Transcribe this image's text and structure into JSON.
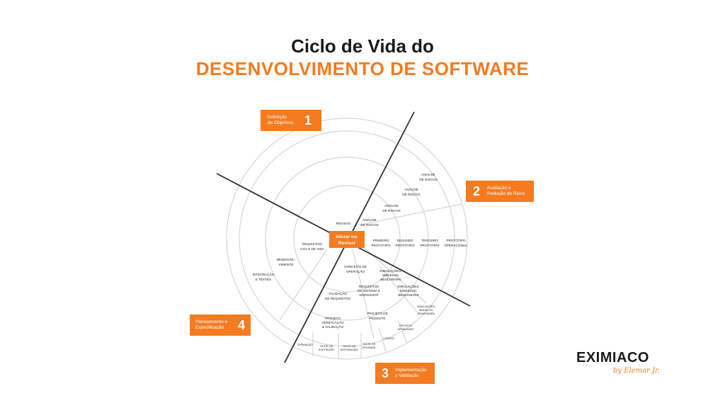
{
  "title": {
    "line1": "Ciclo de Vida do",
    "line2": "DESENVOLVIMENTO DE SOFTWARE"
  },
  "center": {
    "line1": "Iniciar ou",
    "line2": "Revisar"
  },
  "quadrants": [
    {
      "number": "1",
      "line1": "Definição",
      "line2": "de Objetivos"
    },
    {
      "number": "2",
      "line1": "Avaliação e",
      "line2": "Redução de Risco"
    },
    {
      "number": "3",
      "line1": "Implementação",
      "line2": "e Validação"
    },
    {
      "number": "4",
      "line1": "Planejamento e",
      "line2": "Especificação"
    }
  ],
  "labels": {
    "revisao": "REVISÃO",
    "analise1": [
      "ANÁLISE",
      "DE RISCOS"
    ],
    "analise2": [
      "ANÁLISE",
      "DE RISCOS"
    ],
    "analise3": [
      "ANÁLISE",
      "DE RISCOS"
    ],
    "analise4": [
      "ANÁLISE",
      "DE RISCOS"
    ],
    "prototipo1": [
      "PRIMEIRO",
      "PROTÓTIPO"
    ],
    "prototipo2": [
      "SEGUNDO",
      "PROTÓTIPO"
    ],
    "prototipo3": [
      "TERCEIRO",
      "PROTÓTIPO"
    ],
    "prototipo4": [
      "PROTÓTIPO",
      "OPERACIONAL"
    ],
    "requisitos_ciclo": [
      "REQUISITOS",
      "CICLO DE VIDA"
    ],
    "desenvolvimento": [
      "DESENVOL-",
      "VIMENTO"
    ],
    "integracao": [
      "INTEGRAÇÃO",
      "E TESTES"
    ],
    "conceito": [
      "CONCEITO DE",
      "OPERAÇÃO"
    ],
    "simulacoes1": [
      "SIMULAÇÕES,",
      "MODELOS,",
      "BENCHMARK"
    ],
    "simulacoes2": [
      "SIMULAÇÕES,",
      "MODELOS,",
      "BENCHMARK"
    ],
    "simulacoes3": [
      "SIMULAÇÕES,",
      "MODELOS,",
      "BENCHMARK"
    ],
    "requisitos_sistema": [
      "REQUISITOS",
      "DE SISTEMA E",
      "WORKSHOP"
    ],
    "validacao": [
      "VALIDAÇÃO",
      "DE REQUISITOS"
    ],
    "projeto_produto": [
      "PROJETO DE",
      "PRODUTO"
    ],
    "projeto_verificacao": [
      "PROJETO",
      "VERIFICAÇÃO",
      "& VALIDAÇÃO"
    ],
    "projeto_detalhado": [
      "PROJETO",
      "DETALHADO"
    ],
    "codigo": "CÓDIGO",
    "teste_upgrade": [
      "TESTE DE",
      "UPGRADE"
    ],
    "teste_integracao": [
      "TESTE DE",
      "INTEGRAÇÃO"
    ],
    "teste_aceitacao": [
      "TESTE DE",
      "ACEITAÇÃO"
    ],
    "operacao": "OPERAÇÃO"
  },
  "logo": {
    "name": "EXIMIACO",
    "byline": "by Elemar Jr."
  },
  "colors": {
    "accent": "#f47b20",
    "text": "#1a1a1a",
    "ring": "#d6d6d6",
    "axis": "#333333"
  }
}
